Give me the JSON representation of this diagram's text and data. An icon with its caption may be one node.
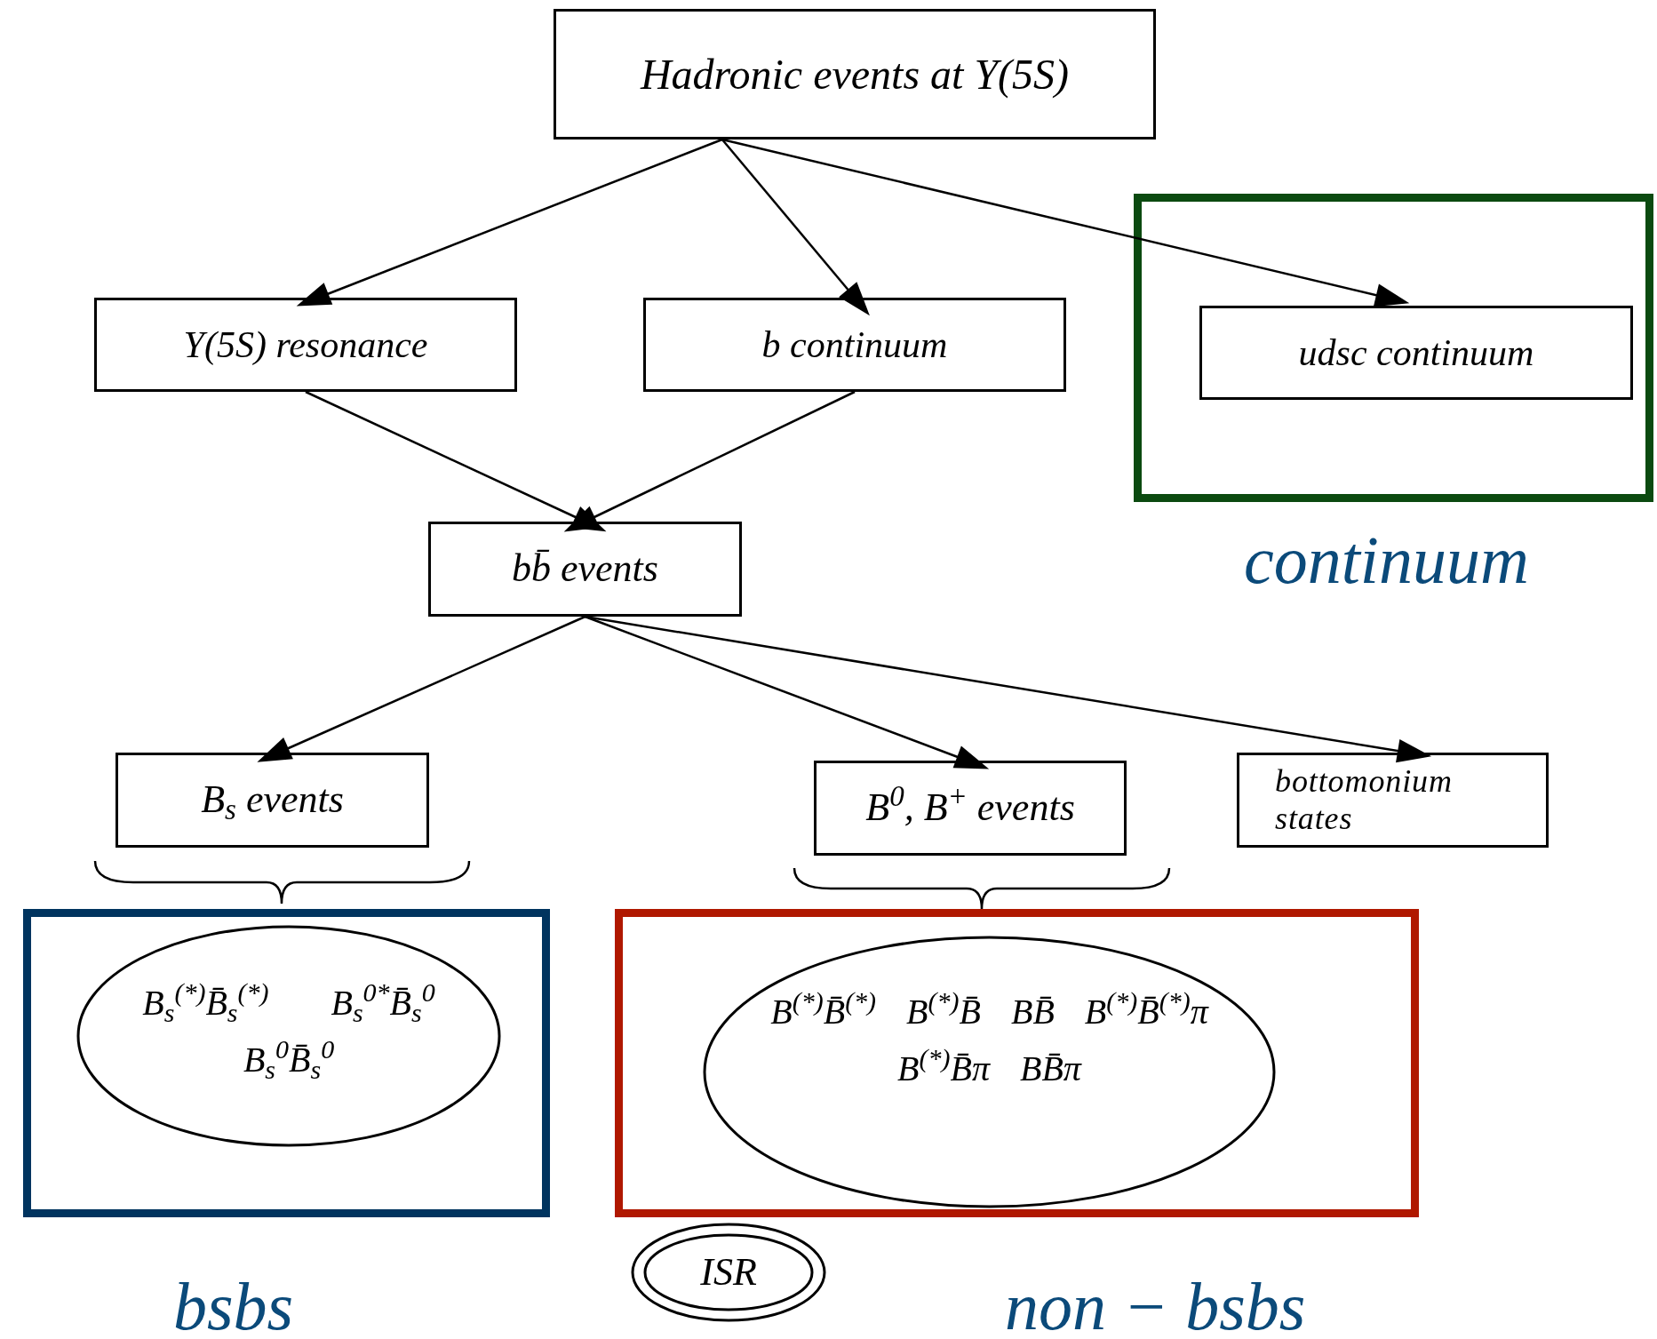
{
  "diagram": {
    "nodes": [
      {
        "text": [
          "Hadronic events at Υ(5S)"
        ]
      },
      {
        "text": [
          "Υ(5S) resonance"
        ]
      },
      {
        "text": [
          "b continuum"
        ]
      },
      {
        "text": [
          "continuum"
        ]
      },
      {
        "text": [
          "udsc continuum"
        ],
        "in": 3
      },
      {
        "text": [
          "bb̄ events"
        ]
      },
      {
        "text": [
          "B$_{s}$ events"
        ]
      },
      {
        "text": [
          "B$^{0}$, B$^{+}$ events"
        ]
      },
      {
        "text": [
          "bottomonium states"
        ]
      },
      {
        "text": [
          "bsbs"
        ]
      },
      {
        "text": [
          "B$_{s}$$^{(*)}$B̄$_{s}$$^{(*)}$",
          "B$_{s}$$^{0*}$B̄$_{s}$$^{0}$",
          "B$_{s}$$^{0}$B̄$_{s}$$^{0}$"
        ],
        "in": 9
      },
      {
        "text": [
          "non − bsbs"
        ]
      },
      {
        "text": [
          "B$^{(*)}$B̄$^{(*)}$",
          "B$^{(*)}$B̄",
          "BB̄",
          "B$^{(*)}$B̄$^{(*)}$π",
          "B$^{(*)}$B̄π",
          "BB̄π"
        ],
        "in": 11
      },
      {
        "text": [
          "ISR"
        ]
      }
    ],
    "edges": [
      {
        "from": 0,
        "to": 1,
        "arrow": "to"
      },
      {
        "from": 0,
        "to": 2,
        "arrow": "to"
      },
      {
        "from": 0,
        "to": 4,
        "arrow": "to"
      },
      {
        "from": 1,
        "to": 5,
        "arrow": "to"
      },
      {
        "from": 2,
        "to": 5,
        "arrow": "to"
      },
      {
        "from": 5,
        "to": 6,
        "arrow": "to"
      },
      {
        "from": 5,
        "to": 7,
        "arrow": "to"
      },
      {
        "from": 5,
        "to": 8,
        "arrow": "to"
      }
    ]
  }
}
